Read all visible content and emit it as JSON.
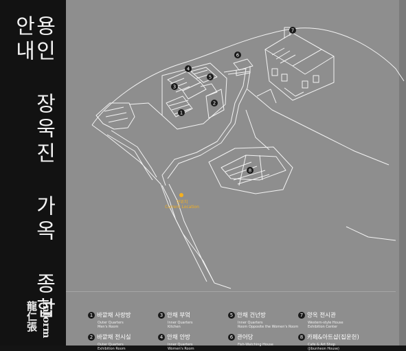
{
  "title_vertical": "용인 장욱진 가옥 종합안내",
  "subtitle_hanja": "龍仁張",
  "subtitle_latin": "Inform",
  "current_location": {
    "ko": "현위치",
    "en": "Current Location"
  },
  "map_markers": [
    "1",
    "2",
    "3",
    "4",
    "5",
    "6",
    "7",
    "8"
  ],
  "legend": [
    {
      "num": "1",
      "ko": "바깥채 사랑방",
      "en": "Outer Quarters",
      "en2": "Men's Room"
    },
    {
      "num": "3",
      "ko": "안채 부엌",
      "en": "Inner Quarters",
      "en2": "Kitchen"
    },
    {
      "num": "5",
      "ko": "안채 건넌방",
      "en": "Inner Quarters",
      "en2": "Room Opposite the Women's Room"
    },
    {
      "num": "7",
      "ko": "양옥 전시관",
      "en": "Western-style House",
      "en2": "Exhibition Center"
    },
    {
      "num": "2",
      "ko": "바깥채 전시실",
      "en": "Outer Quarters",
      "en2": "Exhibition Room"
    },
    {
      "num": "4",
      "ko": "안채 안방",
      "en": "Inner Quarters",
      "en2": "Women's Room"
    },
    {
      "num": "6",
      "ko": "관어당",
      "en": "Fish-Watching House",
      "en2": ""
    },
    {
      "num": "8",
      "ko": "카페&아트샵(집운헌)",
      "en": "Cafe & Art Shop",
      "en2": "(Jibunheon House)"
    }
  ],
  "colors": {
    "panel": "#8e8e8e",
    "line": "#f4f4f4",
    "marker": "#1a1a1a",
    "location": "#f5b01e",
    "background": "#141414"
  }
}
